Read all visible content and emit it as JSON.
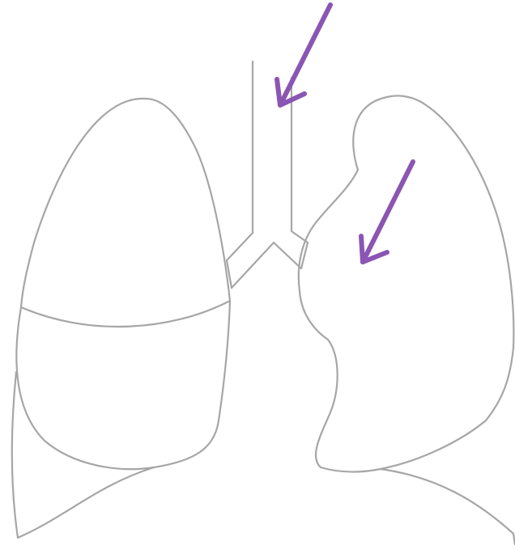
{
  "diagram": {
    "subject": "lungs-outline",
    "outline_color": "#a6a6a6",
    "arrow_color": "#8a55b3",
    "background_color": "#ffffff",
    "arrows": [
      {
        "name": "trachea-arrow",
        "points_to": "trachea"
      },
      {
        "name": "left-lung-arrow",
        "points_to": "left-lung-upper-lobe"
      }
    ]
  }
}
